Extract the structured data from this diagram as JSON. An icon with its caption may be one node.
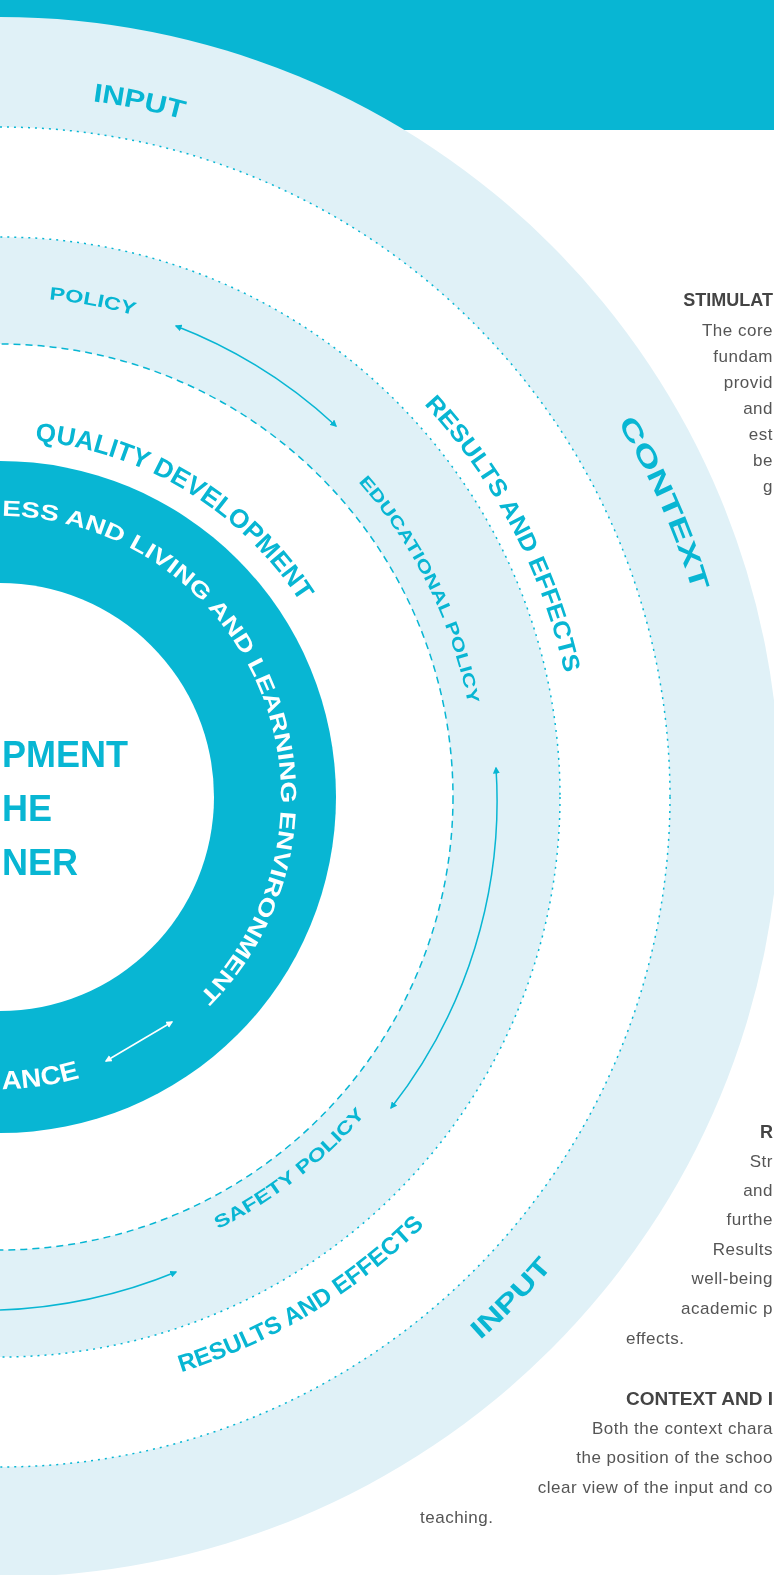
{
  "diagram": {
    "nodes": [
      {
        "text": [
          "POLICY"
        ]
      },
      {
        "text": [
          "ESS AND LIVING AND LEARNING ENVIRONMENT"
        ]
      },
      {
        "text": [
          "EDUCATIONAL POLICY"
        ]
      },
      {
        "text": [
          "ANCE"
        ]
      },
      {
        "text": [
          "SAFETY POLICY"
        ]
      }
    ],
    "edges": [
      {
        "from": 0,
        "to": 2,
        "arrow": "both"
      },
      {
        "from": 2,
        "to": 4,
        "arrow": "both"
      },
      {
        "from": 3,
        "to": 1,
        "arrow": "both",
        "color": "#ffffff"
      },
      {
        "from": null,
        "to": 4,
        "arrow": "to"
      }
    ],
    "labels": [
      "INPUT",
      "QUALITY DEVELOPMENT",
      "STIMULAT",
      "The core",
      "fundam",
      "provid",
      "and",
      "est",
      "be",
      "g",
      "RESULTS AND EFFECTS",
      "CONTEXT",
      "PMENT HE NER",
      "R",
      "Str",
      "and",
      "furthe",
      "Results",
      "well-being",
      "academic p",
      "effects.",
      "RESULTS AND EFFECTS",
      "INPUT",
      "CONTEXT AND I",
      "Both the context chara",
      "the position of the schoo",
      "clear view of the input and co",
      "teaching."
    ]
  }
}
